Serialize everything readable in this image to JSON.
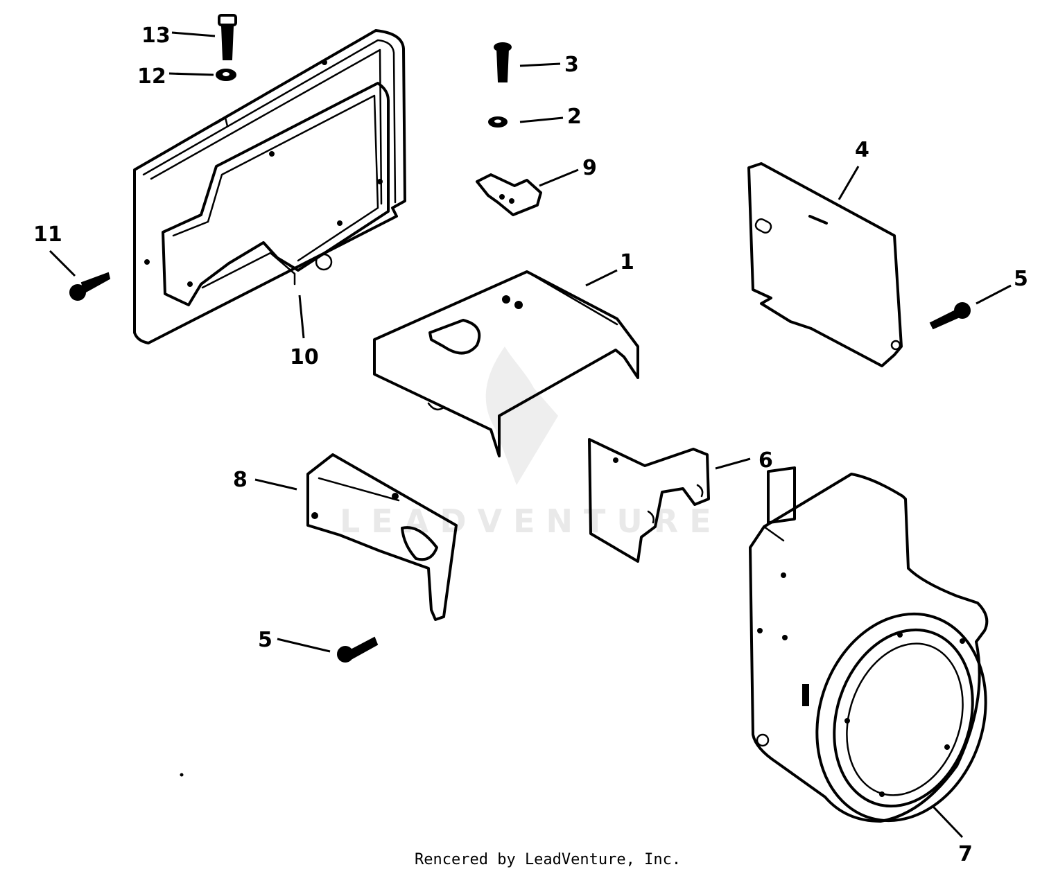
{
  "callouts": {
    "c1": "1",
    "c2": "2",
    "c3": "3",
    "c4": "4",
    "c5a": "5",
    "c5b": "5",
    "c6": "6",
    "c7": "7",
    "c8": "8",
    "c9": "9",
    "c10": "10",
    "c11": "11",
    "c12": "12",
    "c13": "13"
  },
  "watermark": "LEADVENTURE",
  "credit": "Rencered by LeadVenture, Inc."
}
